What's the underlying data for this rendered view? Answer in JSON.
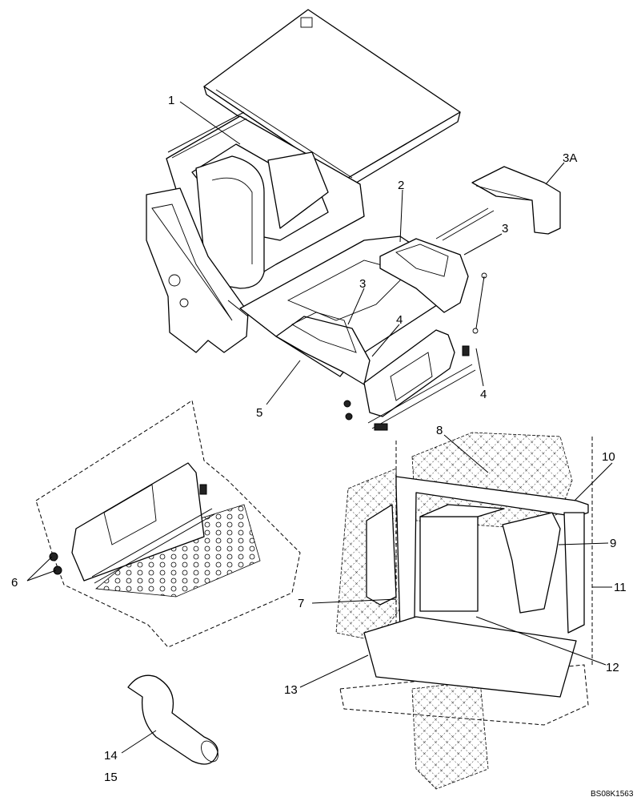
{
  "callouts": {
    "c1": "1",
    "c2": "2",
    "c3a": "3A",
    "c3_right": "3",
    "c3_center": "3",
    "c4_upper": "4",
    "c4_lower": "4",
    "c5": "5",
    "c6": "6",
    "c7": "7",
    "c8": "8",
    "c9": "9",
    "c10": "10",
    "c11": "11",
    "c12": "12",
    "c13": "13",
    "c14": "14",
    "c15": "15"
  },
  "reference_code": "BS08K1563"
}
